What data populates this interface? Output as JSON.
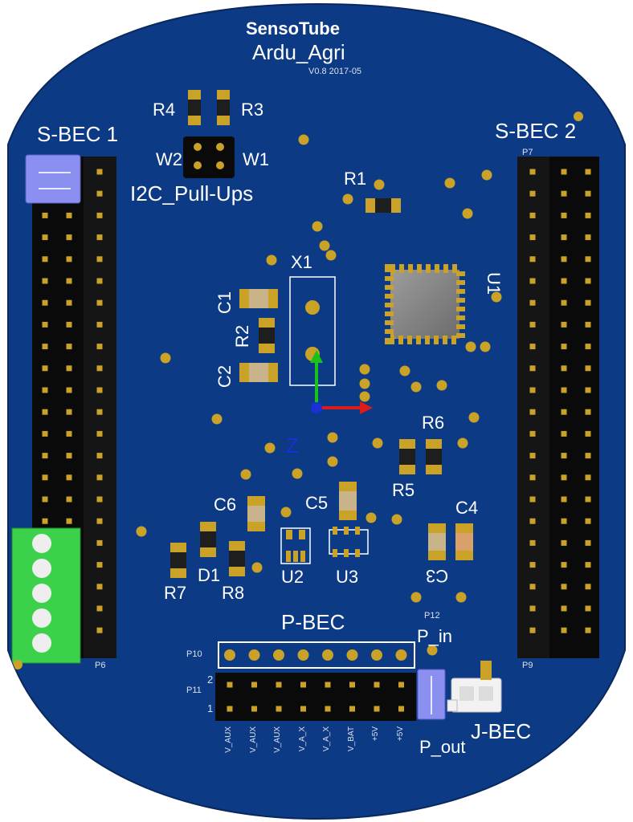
{
  "board": {
    "brand": "SensoTube",
    "name": "Ardu_Agri",
    "version": "V0.8 2017-05"
  },
  "labels": {
    "sbec1": "S-BEC 1",
    "sbec2": "S-BEC 2",
    "pbec": "P-BEC",
    "jbec": "J-BEC",
    "p_in": "P_in",
    "p_out": "P_out",
    "i2c": "I2C_Pull-Ups",
    "x1": "X1",
    "u1": "U1",
    "u2": "U2",
    "u3": "U3",
    "r1": "R1",
    "r2": "R2",
    "r3": "R3",
    "r4": "R4",
    "r5": "R5",
    "r6": "R6",
    "r7": "R7",
    "r8": "R8",
    "c1": "C1",
    "c2": "C2",
    "c3": "C3",
    "c4": "C4",
    "c5": "C5",
    "c6": "C6",
    "d1": "D1",
    "w1": "W1",
    "w2": "W2",
    "z": "Z",
    "p10": "P10",
    "p11": "P11",
    "p12": "P12",
    "p6": "P6",
    "p7": "P7",
    "p9": "P9",
    "row2": "2",
    "row1": "1",
    "bottom_pins": [
      "V_AUX",
      "V_AUX",
      "V_AUX",
      "V_A_X",
      "V_A_X",
      "V_BAT",
      "+5V",
      "+5V"
    ]
  },
  "colors": {
    "pcb": "#0d3a84",
    "pad": "#c9a227",
    "silk": "#ffffff",
    "header": "#111111",
    "terminal": "#3bd14a",
    "jumper": "#8b8ff0"
  }
}
